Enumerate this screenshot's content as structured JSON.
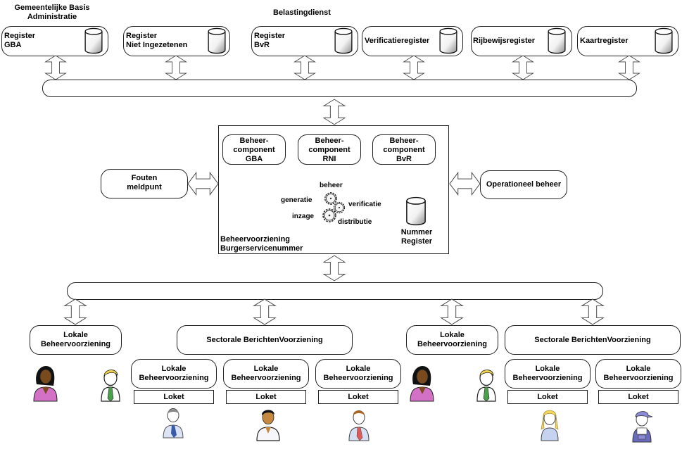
{
  "headers": {
    "gba_org": "Gemeentelijke Basis Administratie",
    "belastingdienst": "Belastingdienst"
  },
  "registers": [
    {
      "line1": "Register",
      "line2": "GBA"
    },
    {
      "line1": "Register",
      "line2": "Niet Ingezetenen"
    },
    {
      "line1": "Register",
      "line2": "BvR"
    },
    {
      "line1": "Verificatieregister",
      "line2": ""
    },
    {
      "line1": "Rijbewijsregister",
      "line2": ""
    },
    {
      "line1": "Kaartregister",
      "line2": ""
    }
  ],
  "central": {
    "title_line1": "Beheervoorziening",
    "title_line2": "Burgerservicenummer",
    "components": [
      {
        "line1": "Beheer-",
        "line2": "component",
        "line3": "GBA"
      },
      {
        "line1": "Beheer-",
        "line2": "component",
        "line3": "RNI"
      },
      {
        "line1": "Beheer-",
        "line2": "component",
        "line3": "BvR"
      }
    ],
    "functions": {
      "beheer": "beheer",
      "generatie": "generatie",
      "verificatie": "verificatie",
      "inzage": "inzage",
      "distributie": "distributie"
    },
    "nummer_register_line1": "Nummer",
    "nummer_register_line2": "Register"
  },
  "side": {
    "fouten_line1": "Fouten",
    "fouten_line2": "meldpunt",
    "operationeel": "Operationeel beheer"
  },
  "bottom": {
    "lokale_line1": "Lokale",
    "lokale_line2": "Beheervoorziening",
    "sectorale": "Sectorale BerichtenVoorziening",
    "loket": "Loket"
  },
  "colors": {
    "line": "#222222",
    "cylinder_shade": "#9a9a9a"
  }
}
